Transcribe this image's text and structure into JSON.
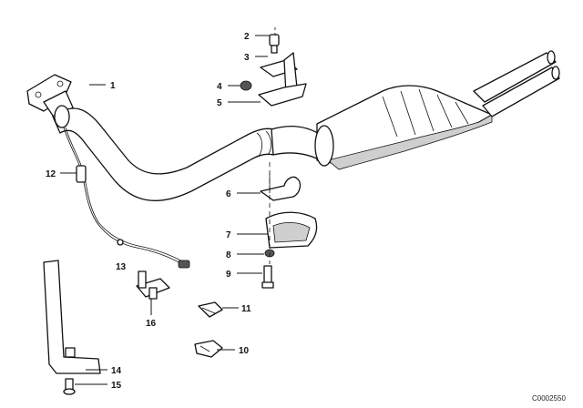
{
  "diagram": {
    "reference_code": "C0002550",
    "callouts": [
      {
        "id": "1",
        "label": "1"
      },
      {
        "id": "2",
        "label": "2"
      },
      {
        "id": "3",
        "label": "3"
      },
      {
        "id": "4",
        "label": "4"
      },
      {
        "id": "5",
        "label": "5"
      },
      {
        "id": "6",
        "label": "6"
      },
      {
        "id": "7",
        "label": "7"
      },
      {
        "id": "8",
        "label": "8"
      },
      {
        "id": "9",
        "label": "9"
      },
      {
        "id": "10",
        "label": "10"
      },
      {
        "id": "11",
        "label": "11"
      },
      {
        "id": "12",
        "label": "12"
      },
      {
        "id": "13",
        "label": "13"
      },
      {
        "id": "14",
        "label": "14"
      },
      {
        "id": "15",
        "label": "15"
      },
      {
        "id": "16",
        "label": "16"
      }
    ]
  }
}
